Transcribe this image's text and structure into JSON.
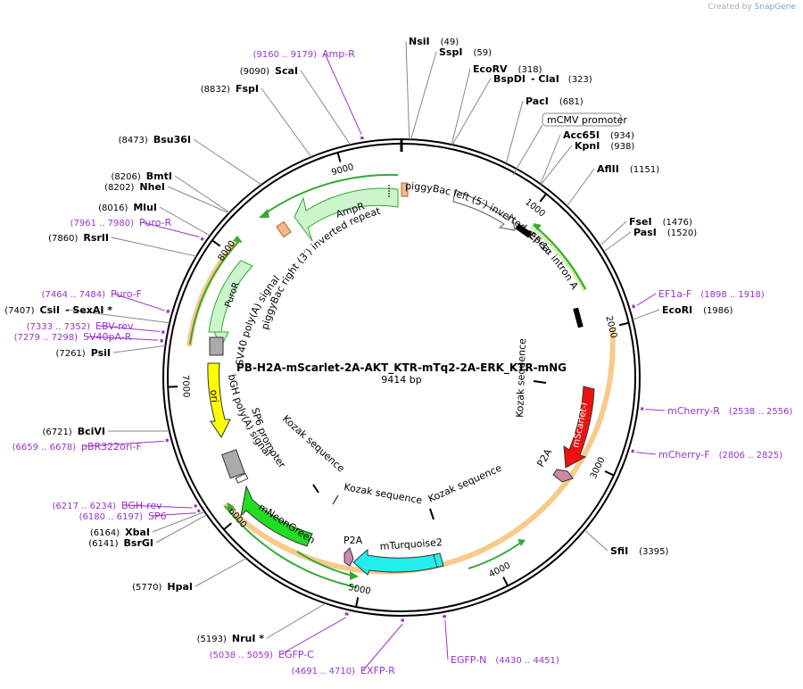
{
  "credit": {
    "prefix": "Created by",
    "brand": "SnapGene"
  },
  "plasmid": {
    "name": "PB-H2A-mScarlet-2A-AKT_KTR-mTq2-2A-ERK_KTR-mNG",
    "size_label": "9414 bp",
    "length": 9414
  },
  "ticks": [
    {
      "pos": 1000,
      "label": "1000"
    },
    {
      "pos": 2000,
      "label": "2000"
    },
    {
      "pos": 3000,
      "label": "3000"
    },
    {
      "pos": 4000,
      "label": "4000"
    },
    {
      "pos": 5000,
      "label": "5000"
    },
    {
      "pos": 6000,
      "label": "6000"
    },
    {
      "pos": 7000,
      "label": "7000"
    },
    {
      "pos": 8000,
      "label": "8000"
    },
    {
      "pos": 9000,
      "label": "9000"
    }
  ],
  "sites": [
    {
      "pos": 49,
      "name": "NsiI",
      "extra": "",
      "coord": "(49)",
      "side": "right"
    },
    {
      "pos": 59,
      "name": "SspI",
      "extra": "",
      "coord": "(59)",
      "side": "right"
    },
    {
      "pos": 318,
      "name": "EcoRV",
      "extra": "",
      "coord": "(318)",
      "side": "right"
    },
    {
      "pos": 323,
      "name": "BspDI",
      "extra": "- ClaI",
      "coord": "(323)",
      "side": "right"
    },
    {
      "pos": 681,
      "name": "PacI",
      "extra": "",
      "coord": "(681)",
      "side": "right"
    },
    {
      "pos": 934,
      "name": "Acc65I",
      "extra": "",
      "coord": "(934)",
      "side": "right"
    },
    {
      "pos": 938,
      "name": "KpnI",
      "extra": "",
      "coord": "(938)",
      "side": "right"
    },
    {
      "pos": 1151,
      "name": "AflII",
      "extra": "",
      "coord": "(1151)",
      "side": "right"
    },
    {
      "pos": 1476,
      "name": "FseI",
      "extra": "",
      "coord": "(1476)",
      "side": "right"
    },
    {
      "pos": 1520,
      "name": "PasI",
      "extra": "",
      "coord": "(1520)",
      "side": "right"
    },
    {
      "pos": 1986,
      "name": "EcoRI",
      "extra": "",
      "coord": "(1986)",
      "side": "right"
    },
    {
      "pos": 3395,
      "name": "SfiI",
      "extra": "",
      "coord": "(3395)",
      "side": "right"
    },
    {
      "pos": 5193,
      "name": "NruI *",
      "extra": "",
      "coord": "(5193)",
      "side": "left"
    },
    {
      "pos": 5770,
      "name": "HpaI",
      "extra": "",
      "coord": "(5770)",
      "side": "left"
    },
    {
      "pos": 6141,
      "name": "BsrGI",
      "extra": "",
      "coord": "(6141)",
      "side": "left"
    },
    {
      "pos": 6164,
      "name": "XbaI",
      "extra": "",
      "coord": "(6164)",
      "side": "left"
    },
    {
      "pos": 6721,
      "name": "BciVI",
      "extra": "",
      "coord": "(6721)",
      "side": "left"
    },
    {
      "pos": 7261,
      "name": "PsiI",
      "extra": "",
      "coord": "(7261)",
      "side": "left"
    },
    {
      "pos": 7407,
      "name": "CsiI",
      "extra": "- SexAI *",
      "coord": "(7407)",
      "side": "left"
    },
    {
      "pos": 7860,
      "name": "RsrII",
      "extra": "",
      "coord": "(7860)",
      "side": "left"
    },
    {
      "pos": 8016,
      "name": "MluI",
      "extra": "",
      "coord": "(8016)",
      "side": "left"
    },
    {
      "pos": 8202,
      "name": "NheI",
      "extra": "",
      "coord": "(8202)",
      "side": "left"
    },
    {
      "pos": 8206,
      "name": "BmtI",
      "extra": "",
      "coord": "(8206)",
      "side": "left"
    },
    {
      "pos": 8473,
      "name": "Bsu36I",
      "extra": "",
      "coord": "(8473)",
      "side": "left"
    },
    {
      "pos": 8832,
      "name": "FspI",
      "extra": "",
      "coord": "(8832)",
      "side": "left"
    },
    {
      "pos": 9090,
      "name": "ScaI",
      "extra": "",
      "coord": "(9090)",
      "side": "left"
    }
  ],
  "primers": [
    {
      "start": 1898,
      "end": 1918,
      "name": "EF1a-F",
      "coord": "(1898 .. 1918)",
      "side": "right"
    },
    {
      "start": 2538,
      "end": 2556,
      "name": "mCherry-R",
      "coord": "(2538 .. 2556)",
      "side": "right"
    },
    {
      "start": 2806,
      "end": 2825,
      "name": "mCherry-F",
      "coord": "(2806 .. 2825)",
      "side": "right"
    },
    {
      "start": 4430,
      "end": 4451,
      "name": "EGFP-N",
      "coord": "(4430 .. 4451)",
      "side": "right"
    },
    {
      "start": 4691,
      "end": 4710,
      "name": "EXFP-R",
      "coord": "(4691 .. 4710)",
      "side": "left"
    },
    {
      "start": 5038,
      "end": 5059,
      "name": "EGFP-C",
      "coord": "(5038 .. 5059)",
      "side": "left"
    },
    {
      "start": 6180,
      "end": 6197,
      "name": "SP6",
      "coord": "(6180 .. 6197)",
      "side": "left"
    },
    {
      "start": 6217,
      "end": 6234,
      "name": "BGH-rev",
      "coord": "(6217 .. 6234)",
      "side": "left"
    },
    {
      "start": 6659,
      "end": 6678,
      "name": "pBR322ori-F",
      "coord": "(6659 .. 6678)",
      "side": "left"
    },
    {
      "start": 7279,
      "end": 7298,
      "name": "SV40pA-R",
      "coord": "(7279 .. 7298)",
      "side": "left"
    },
    {
      "start": 7333,
      "end": 7352,
      "name": "EBV-rev",
      "coord": "(7333 .. 7352)",
      "side": "left"
    },
    {
      "start": 7464,
      "end": 7484,
      "name": "Puro-F",
      "coord": "(7464 .. 7484)",
      "side": "left"
    },
    {
      "start": 7961,
      "end": 7980,
      "name": "Puro-R",
      "coord": "(7961 .. 7980)",
      "side": "left"
    },
    {
      "start": 9160,
      "end": 9179,
      "name": "Amp-R",
      "coord": "(9160 .. 9179)",
      "side": "left"
    }
  ],
  "mcmv_label": "mCMV promoter",
  "feature_labels": {
    "ampr": "AmpR",
    "pb_left": "piggyBac left (5′) inverted repeat",
    "pb_right": "piggyBac right (3′) inverted repeat",
    "ef1a_intron": "EF-1α intron A",
    "sv40": "SV40 poly(A) signal",
    "puror": "PuroR",
    "ori": "ori",
    "bgh": "bGH poly(A) signal",
    "sp6": "SP6 promoter",
    "mneongreen": "mNeonGreen",
    "p2a_bottom": "P2A",
    "mturquoise2": "mTurquoise2",
    "mscarlet": "mScarlet-I",
    "p2a_right": "P2A",
    "kozak_1": "Kozak sequence",
    "kozak_2": "Kozak sequence",
    "kozak_3": "Kozak sequence",
    "kozak_4": "Kozak sequence"
  },
  "colors": {
    "backbone": "#000000",
    "ampr": "#ccf5cc",
    "ori": "#ffff00",
    "mscarlet": "#ee1111",
    "mneongreen": "#22dd22",
    "mturquoise2": "#22eeee",
    "p2a": "#cc88aa",
    "promoter_grey": "#aaaaaa",
    "orange_arc": "#f5b865",
    "green_arrow": "#33aa33",
    "primer": "#9932cc"
  }
}
